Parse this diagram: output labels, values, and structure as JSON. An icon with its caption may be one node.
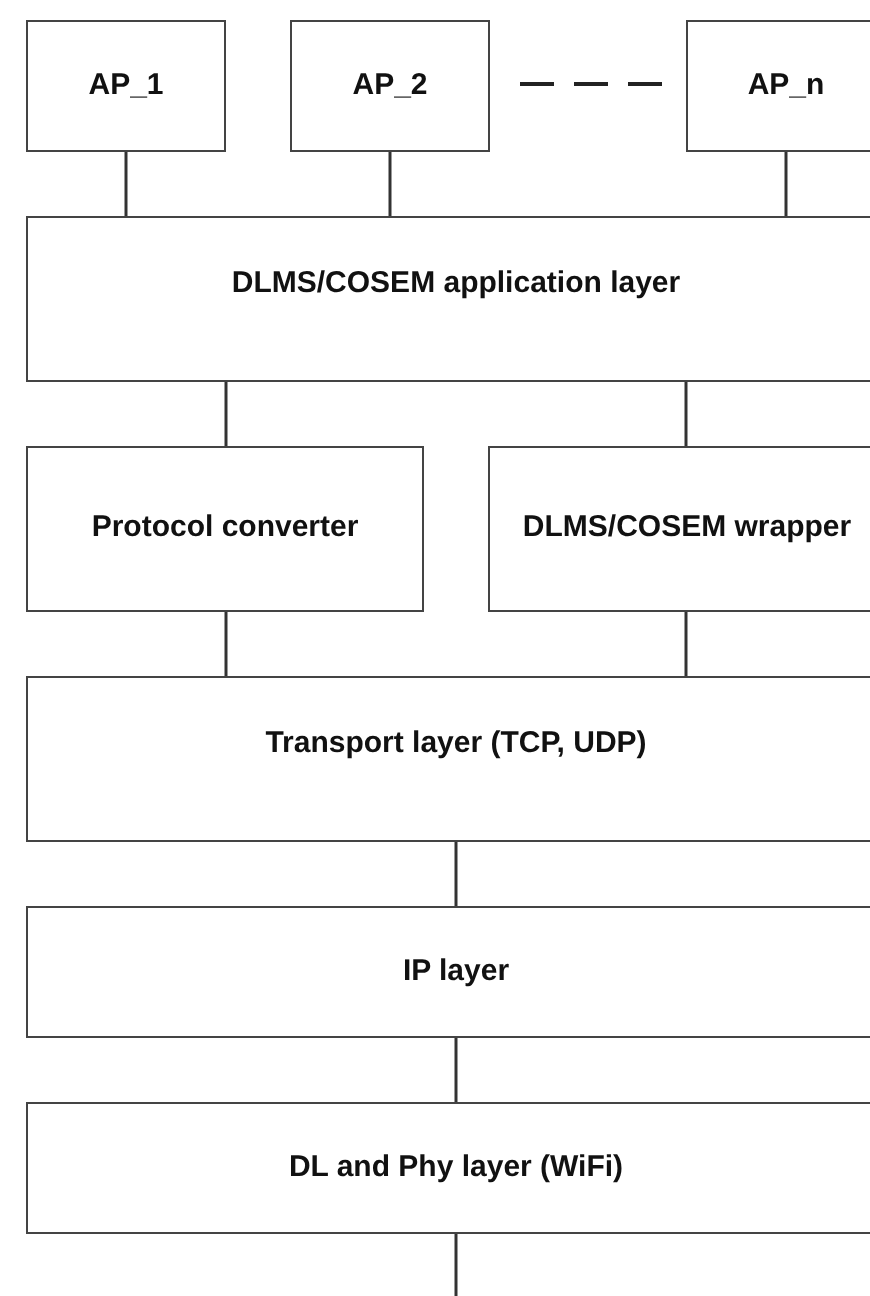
{
  "diagram": {
    "nodes": [
      {
        "text": [
          "AP_1"
        ]
      },
      {
        "text": [
          "AP_2"
        ]
      },
      {
        "text": [
          "AP_n"
        ]
      },
      {
        "text": [
          "DLMS/COSEM application layer"
        ]
      },
      {
        "text": [
          "Protocol converter"
        ]
      },
      {
        "text": [
          "DLMS/COSEM wrapper"
        ]
      },
      {
        "text": [
          "Transport layer (TCP, UDP)"
        ]
      },
      {
        "text": [
          "IP layer"
        ]
      },
      {
        "text": [
          "DL and Phy layer (WiFi)"
        ]
      }
    ],
    "edges": [
      {
        "from": 0,
        "to": 3,
        "arrow": "none"
      },
      {
        "from": 1,
        "to": 3,
        "arrow": "none"
      },
      {
        "from": 2,
        "to": 3,
        "arrow": "none"
      },
      {
        "from": 3,
        "to": 4,
        "arrow": "none"
      },
      {
        "from": 3,
        "to": 5,
        "arrow": "none"
      },
      {
        "from": 4,
        "to": 6,
        "arrow": "none"
      },
      {
        "from": 5,
        "to": 6,
        "arrow": "none"
      },
      {
        "from": 6,
        "to": 7,
        "arrow": "none"
      },
      {
        "from": 7,
        "to": 8,
        "arrow": "none"
      },
      {
        "from": 8,
        "to": null,
        "arrow": "none"
      }
    ]
  }
}
